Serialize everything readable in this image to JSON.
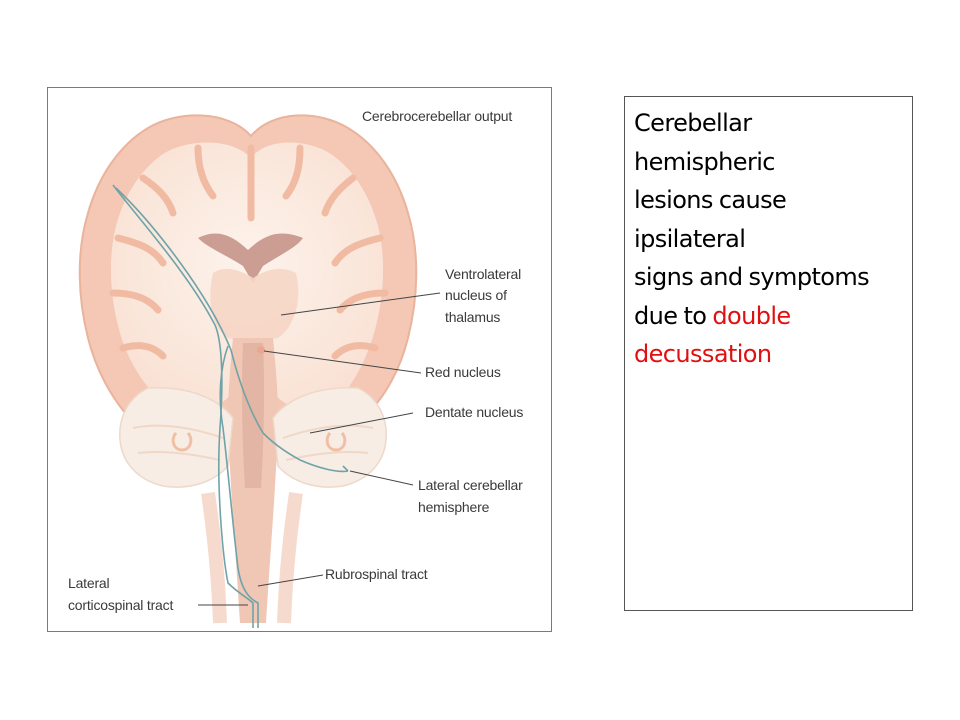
{
  "diagram": {
    "labels": {
      "cerebrocerebellar_output": "Cerebrocerebellar output",
      "ventrolateral_line1": "Ventrolateral",
      "ventrolateral_line2": "nucleus of",
      "ventrolateral_line3": "thalamus",
      "red_nucleus": "Red nucleus",
      "dentate_nucleus": "Dentate nucleus",
      "lateral_cerebellar_line1": "Lateral cerebellar",
      "lateral_cerebellar_line2": "hemisphere",
      "rubrospinal_tract": "Rubrospinal tract",
      "lateral_corticospinal_line1": "Lateral",
      "lateral_corticospinal_line2": "corticospinal tract"
    },
    "colors": {
      "cortex": "#f4c8b4",
      "white_matter": "#fbe9de",
      "ventricle": "#c79488",
      "tract": "#6fa3a8",
      "cerebellum": "#f7ede4"
    }
  },
  "statement": {
    "line1": "Cerebellar",
    "line2": "hemispheric",
    "line3": "lesions cause",
    "line4": "ipsilateral",
    "line5": "signs and symptoms",
    "line6_prefix": "due to ",
    "line6_highlight": "double",
    "line7_highlight": "decussation",
    "highlight_color": "#e01010"
  }
}
